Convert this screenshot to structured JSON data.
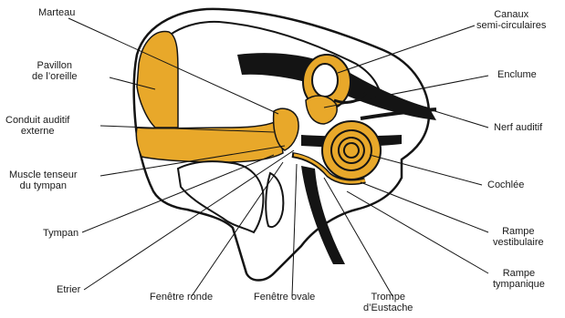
{
  "colors": {
    "fill": "#e8a82a",
    "ink": "#141414",
    "paper": "#ffffff"
  },
  "labels": {
    "marteau": "Marteau",
    "pavillon": [
      "Pavillon",
      "de l’oreille"
    ],
    "conduit": [
      "Conduit auditif",
      "externe"
    ],
    "muscle": [
      "Muscle tenseur",
      "du tympan"
    ],
    "tympan": "Tympan",
    "etrier": "Etrier",
    "fenetre_ronde": "Fenêtre ronde",
    "fenetre_ovale": "Fenêtre ovale",
    "trompe": [
      "Trompe",
      "d’Eustache"
    ],
    "canaux": [
      "Canaux",
      "semi-circulaires"
    ],
    "enclume": "Enclume",
    "nerf": "Nerf auditif",
    "cochlee": "Cochlée",
    "rampe_vest": [
      "Rampe",
      "vestibulaire"
    ],
    "rampe_tymp": [
      "Rampe",
      "tympanique"
    ]
  }
}
